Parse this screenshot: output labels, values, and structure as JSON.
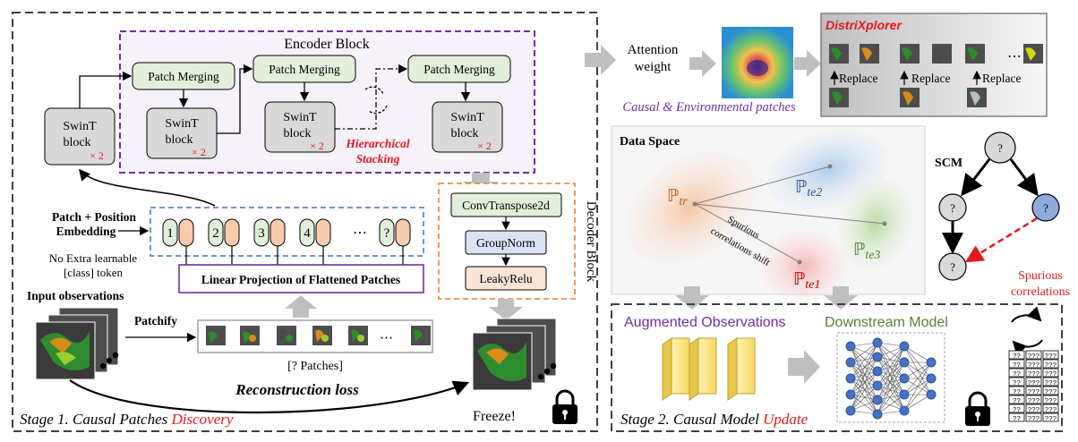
{
  "encoder": {
    "title": "Encoder Block",
    "patch_merging": "Patch Merging",
    "swint_line1": "SwinT",
    "swint_line2": "block",
    "times2": "× 2",
    "hier1": "Hierarchical",
    "hier2": "Stacking"
  },
  "embedding": {
    "label1": "Patch + Position",
    "label2": "Embedding",
    "noextra1": "No Extra learnable",
    "noextra2": "[class] token",
    "tokens": [
      "1",
      "2",
      "3",
      "4",
      "⋯",
      "?"
    ],
    "linear_proj": "Linear Projection of Flattened Patches"
  },
  "input": {
    "label": "Input observations",
    "patchify": "Patchify",
    "patches_label": "[? Patches]"
  },
  "decoder": {
    "title": "Decoder Block",
    "layers": [
      "ConvTranspose2d",
      "GroupNorm",
      "LeakyRelu"
    ]
  },
  "stage1": {
    "recon_loss": "Reconstruction loss",
    "title_prefix": "Stage 1. Causal Patches",
    "title_highlight": "Discovery",
    "freeze": "Freeze!"
  },
  "attention": {
    "label1": "Attention",
    "label2": "weight",
    "caption": "Causal & Environmental patches"
  },
  "distrix": {
    "title": "DistriXplorer",
    "replace": "Replace",
    "dots": "⋯"
  },
  "dataspace": {
    "title": "Data Space",
    "tr": "ℙ",
    "tr_sub": "tr",
    "te2": "ℙ",
    "te2_sub": "te2",
    "te3": "ℙ",
    "te3_sub": "te3",
    "te1": "ℙ",
    "te1_sub": "te1",
    "spurious1": "Spurious",
    "spurious2": "correlations shift"
  },
  "scm": {
    "title": "SCM",
    "node_char": "?",
    "spurious1": "Spurious",
    "spurious2": "correlations"
  },
  "stage2": {
    "augmented": "Augmented Observations",
    "downstream": "Downstream Model",
    "title_prefix": "Stage 2. Causal Model",
    "title_highlight": "Update"
  },
  "colors": {
    "purple": "#7030a0",
    "orange": "#ed7d31",
    "blue": "#4472c4",
    "red": "#e41a1c",
    "green": "#70ad47",
    "swin_fill": "#d9d9d9",
    "merge_fill": "#e2efda",
    "token_green": "#e2efda",
    "token_orange": "#f8cbad",
    "norm_fill": "#dae3f3",
    "relu_fill": "#fbe5d6"
  }
}
